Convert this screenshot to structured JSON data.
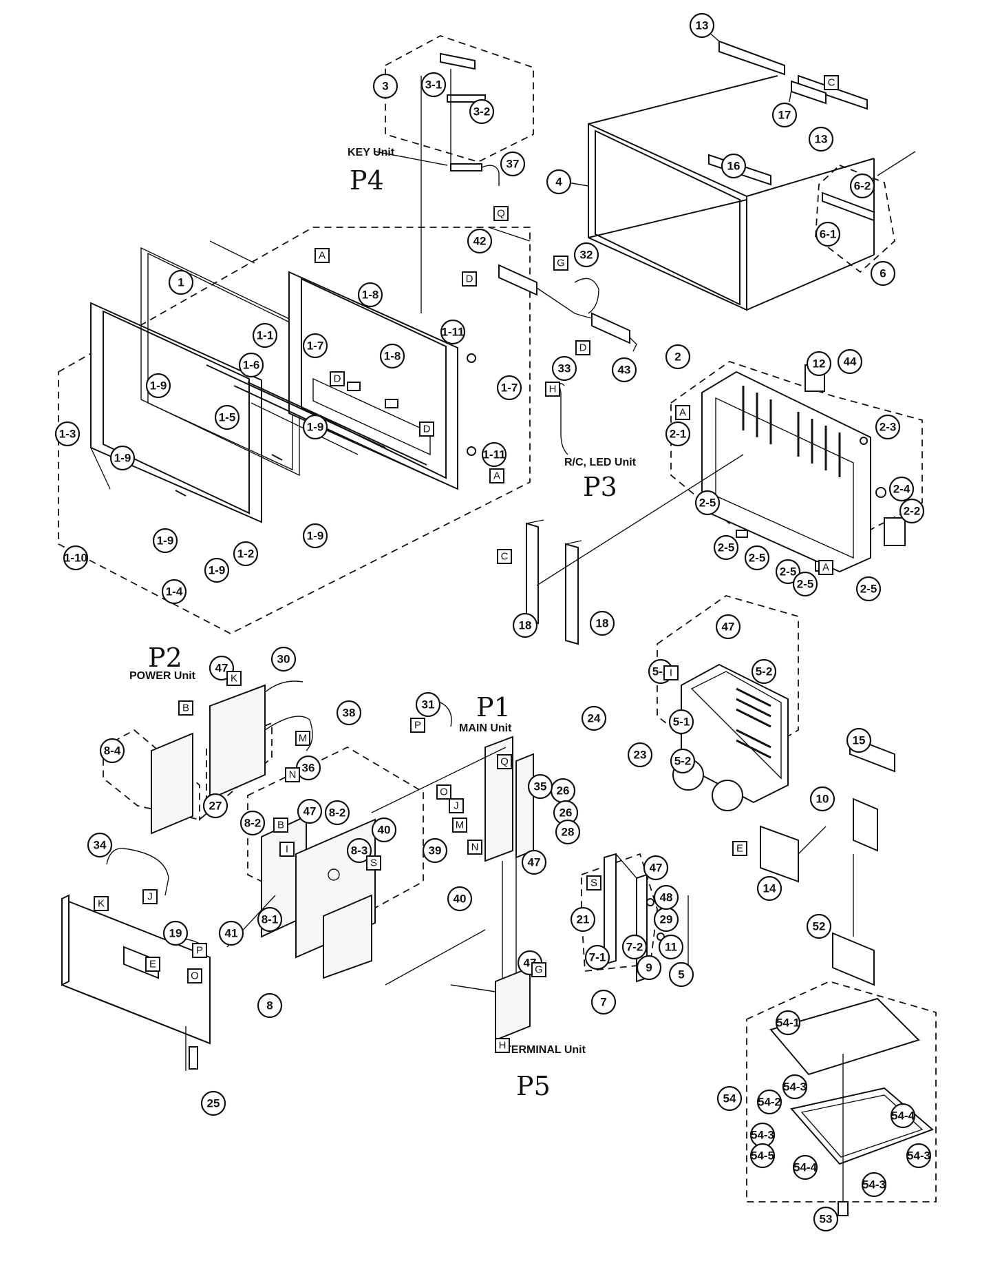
{
  "diagram": {
    "unit_labels": {
      "key": "KEY Unit",
      "rc_led": "R/C, LED Unit",
      "power": "POWER Unit",
      "main": "MAIN Unit",
      "terminal": "TERMINAL Unit"
    },
    "handwritten": {
      "p1": "P1",
      "p2": "P2",
      "p3": "P3",
      "p4": "P4",
      "p5": "P5"
    },
    "callouts": [
      "1",
      "1-1",
      "1-2",
      "1-3",
      "1-4",
      "1-5",
      "1-6",
      "1-7",
      "1-7",
      "1-8",
      "1-8",
      "1-9",
      "1-9",
      "1-9",
      "1-9",
      "1-9",
      "1-9",
      "1-10",
      "1-11",
      "1-11",
      "2",
      "2-1",
      "2-2",
      "2-3",
      "2-4",
      "2-5",
      "2-5",
      "2-5",
      "2-5",
      "2-5",
      "2-5",
      "3",
      "3-1",
      "3-2",
      "4",
      "5",
      "5-1",
      "5-2",
      "5-2",
      "5-2",
      "6",
      "6-1",
      "6-2",
      "7",
      "7-1",
      "7-2",
      "8",
      "8-1",
      "8-2",
      "8-2",
      "8-3",
      "8-4",
      "9",
      "10",
      "11",
      "12",
      "13",
      "13",
      "14",
      "15",
      "16",
      "17",
      "18",
      "18",
      "19",
      "21",
      "23",
      "24",
      "25",
      "26",
      "26",
      "27",
      "28",
      "29",
      "30",
      "31",
      "32",
      "33",
      "34",
      "35",
      "36",
      "37",
      "38",
      "39",
      "40",
      "40",
      "41",
      "42",
      "43",
      "44",
      "47",
      "47",
      "47",
      "47",
      "47",
      "47",
      "48",
      "52",
      "53",
      "54",
      "54-1",
      "54-2",
      "54-3",
      "54-3",
      "54-3",
      "54-3",
      "54-4",
      "54-4",
      "54-5"
    ],
    "connector_letters": [
      "A",
      "B",
      "C",
      "D",
      "E",
      "G",
      "H",
      "I",
      "J",
      "K",
      "M",
      "N",
      "O",
      "P",
      "Q",
      "S"
    ]
  }
}
